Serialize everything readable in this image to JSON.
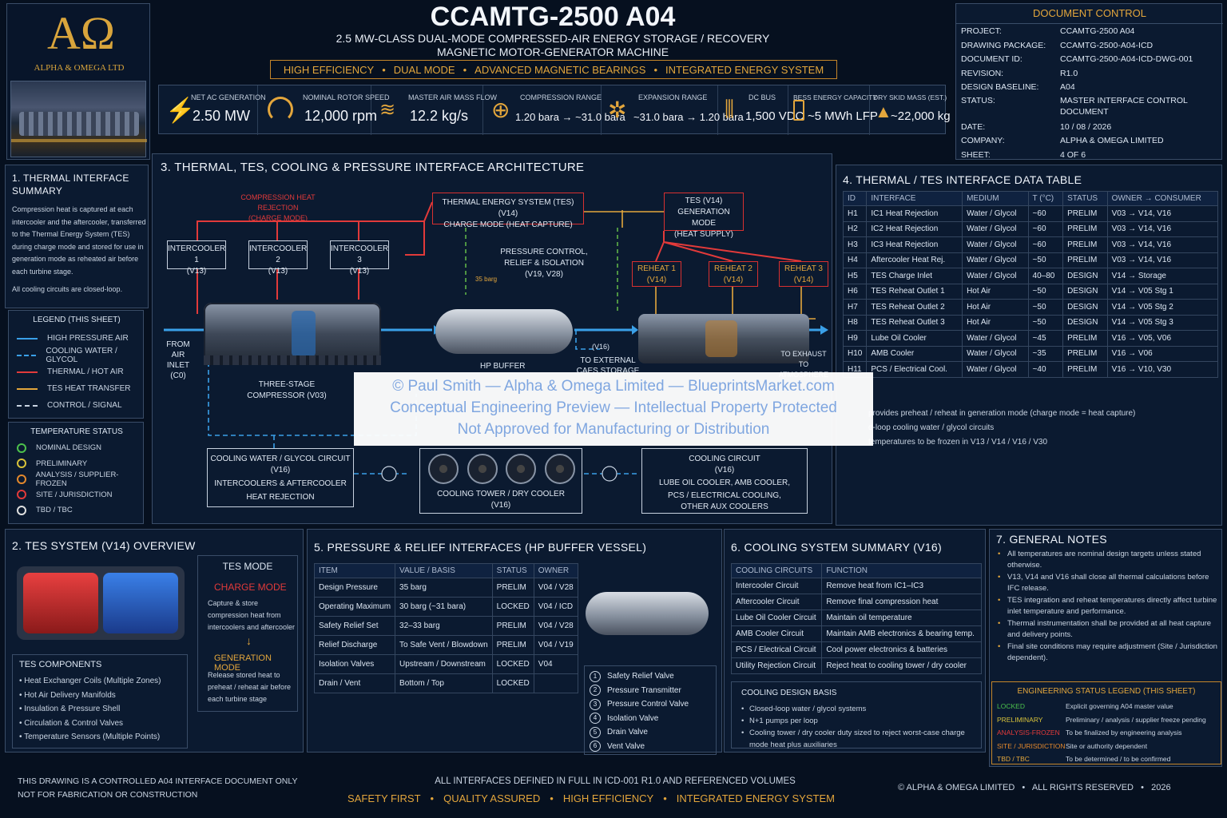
{
  "header": {
    "title": "CCAMTG-2500 A04",
    "subtitle1": "2.5 MW-CLASS DUAL-MODE COMPRESSED-AIR ENERGY STORAGE / RECOVERY",
    "subtitle2": "MAGNETIC MOTOR-GENERATOR MACHINE",
    "tags": [
      "HIGH EFFICIENCY",
      "DUAL MODE",
      "ADVANCED MAGNETIC BEARINGS",
      "INTEGRATED ENERGY SYSTEM"
    ]
  },
  "logo": {
    "company": "ALPHA & OMEGA LTD"
  },
  "kpis": [
    {
      "label": "NET AC GENERATION",
      "value": "2.50 MW"
    },
    {
      "label": "NOMINAL ROTOR SPEED",
      "value": "12,000 rpm"
    },
    {
      "label": "MASTER AIR MASS FLOW",
      "value": "12.2 kg/s"
    },
    {
      "label": "COMPRESSION RANGE",
      "value": "1.20 bara → ~31.0 bara"
    },
    {
      "label": "EXPANSION RANGE",
      "value": "~31.0 bara → 1.20 bara"
    },
    {
      "label": "DC BUS",
      "value": "1,500 VDC"
    },
    {
      "label": "BESS ENERGY CAPACITY",
      "value": "~5 MWh LFP"
    },
    {
      "label": "DRY SKID MASS (EST.)",
      "value": "~22,000 kg"
    }
  ],
  "doc": {
    "title": "DOCUMENT CONTROL",
    "rows": [
      [
        "PROJECT:",
        "CCAMTG-2500 A04"
      ],
      [
        "DRAWING PACKAGE:",
        "CCAMTG-2500-A04-ICD"
      ],
      [
        "DOCUMENT ID:",
        "CCAMTG-2500-A04-ICD-DWG-001"
      ],
      [
        "REVISION:",
        "R1.0"
      ],
      [
        "DESIGN BASELINE:",
        "A04"
      ],
      [
        "STATUS:",
        "MASTER INTERFACE CONTROL DOCUMENT"
      ],
      [
        "DATE:",
        "10 / 08 / 2026"
      ],
      [
        "COMPANY:",
        "ALPHA & OMEGA LIMITED"
      ],
      [
        "SHEET:",
        "4 OF 6"
      ]
    ]
  },
  "s1": {
    "title": "1.  THERMAL INTERFACE SUMMARY",
    "body": "Compression heat is captured at each intercooler and the aftercooler, transferred to the Thermal Energy System (TES) during charge mode and stored for use in generation mode as reheated air before each turbine stage.",
    "note": "All cooling circuits are closed-loop."
  },
  "legend": {
    "title": "LEGEND (THIS SHEET)",
    "items": [
      {
        "label": "HIGH PRESSURE AIR",
        "color": "#3aa0e8",
        "dash": false
      },
      {
        "label": "COOLING WATER / GLYCOL",
        "color": "#3aa0e8",
        "dash": true
      },
      {
        "label": "THERMAL / HOT AIR",
        "color": "#e23a3a",
        "dash": false
      },
      {
        "label": "TES HEAT TRANSFER",
        "color": "#e3a63c",
        "dash": false
      },
      {
        "label": "CONTROL / SIGNAL",
        "color": "#c9d4e2",
        "dash": true
      }
    ]
  },
  "tstatus": {
    "title": "TEMPERATURE STATUS",
    "items": [
      {
        "label": "NOMINAL DESIGN",
        "color": "#4cc14c"
      },
      {
        "label": "PRELIMINARY",
        "color": "#d8c23a"
      },
      {
        "label": "ANALYSIS / SUPPLIER-FROZEN",
        "color": "#e3882c"
      },
      {
        "label": "SITE / JURISDICTION",
        "color": "#e23a3a"
      },
      {
        "label": "TBD / TBC",
        "color": "#e0e0e0"
      }
    ]
  },
  "s3": {
    "title": "3.  THERMAL, TES, COOLING & PRESSURE INTERFACE ARCHITECTURE",
    "comp_heat": "COMPRESSION HEAT REJECTION",
    "charge_mode": "(CHARGE MODE)",
    "tes_charge": "THERMAL ENERGY SYSTEM (TES) (V14)",
    "tes_charge2": "CHARGE MODE (HEAT CAPTURE)",
    "tes_gen1": "TES (V14)",
    "tes_gen2": "GENERATION MODE",
    "tes_gen3": "(HEAT SUPPLY)",
    "ic": [
      [
        "INTERCOOLER 1",
        "(V13)"
      ],
      [
        "INTERCOOLER 2",
        "(V13)"
      ],
      [
        "INTERCOOLER 3",
        "(V13)"
      ]
    ],
    "rh": [
      [
        "REHEAT 1",
        "(V14)"
      ],
      [
        "REHEAT 2",
        "(V14)"
      ],
      [
        "REHEAT 3",
        "(V14)"
      ]
    ],
    "pc1": "PRESSURE CONTROL,",
    "pc2": "RELIEF & ISOLATION",
    "pc3": "(V19, V28)",
    "gauge": "35 barg",
    "air1": "FROM AIR",
    "air2": "INLET",
    "air3": "(C0)",
    "comp1": "THREE-STAGE",
    "comp2": "COMPRESSOR (V03)",
    "hp": "HP BUFFER",
    "v16": "(V16)",
    "ext1": "TO EXTERNAL",
    "ext2": "CAES STORAGE",
    "exh1": "TO EXHAUST",
    "exh2": "TO ATMOSPHERE",
    "cw1": "COOLING WATER / GLYCOL CIRCUIT",
    "cw2": "(V16)",
    "cw3": "INTERCOOLERS & AFTERCOOLER",
    "cw4": "HEAT REJECTION",
    "ct1": "COOLING TOWER / DRY COOLER",
    "ct2": "(V16)",
    "cc1": "COOLING CIRCUIT",
    "cc2": "(V16)",
    "cc3": "LUBE OIL COOLER, AMB COOLER,",
    "cc4": "PCS / ELECTRICAL COOLING,",
    "cc5": "OTHER AUX COOLERS"
  },
  "s4": {
    "title": "4.  THERMAL / TES INTERFACE DATA TABLE",
    "headers": [
      "ID",
      "INTERFACE",
      "MEDIUM",
      "T (°C)",
      "STATUS",
      "OWNER → CONSUMER"
    ],
    "rows": [
      [
        "H1",
        "IC1 Heat Rejection",
        "Water / Glycol",
        "~60",
        "PRELIM",
        "V03 → V14, V16"
      ],
      [
        "H2",
        "IC2 Heat Rejection",
        "Water / Glycol",
        "~60",
        "PRELIM",
        "V03 → V14, V16"
      ],
      [
        "H3",
        "IC3 Heat Rejection",
        "Water / Glycol",
        "~60",
        "PRELIM",
        "V03 → V14, V16"
      ],
      [
        "H4",
        "Aftercooler Heat Rej.",
        "Water / Glycol",
        "~50",
        "PRELIM",
        "V03 → V14, V16"
      ],
      [
        "H5",
        "TES Charge Inlet",
        "Water / Glycol",
        "40–80",
        "DESIGN",
        "V14 → Storage"
      ],
      [
        "H6",
        "TES Reheat Outlet 1",
        "Hot Air",
        "~50",
        "DESIGN",
        "V14 → V05 Stg 1"
      ],
      [
        "H7",
        "TES Reheat Outlet 2",
        "Hot Air",
        "~50",
        "DESIGN",
        "V14 → V05 Stg 2"
      ],
      [
        "H8",
        "TES Reheat Outlet 3",
        "Hot Air",
        "~50",
        "DESIGN",
        "V14 → V05 Stg 3"
      ],
      [
        "H9",
        "Lube Oil Cooler",
        "Water / Glycol",
        "~45",
        "PRELIM",
        "V16 → V05, V06"
      ],
      [
        "H10",
        "AMB Cooler",
        "Water / Glycol",
        "~35",
        "PRELIM",
        "V16 → V06"
      ],
      [
        "H11",
        "PCS / Electrical Cool.",
        "Water / Glycol",
        "~40",
        "PRELIM",
        "V16 → V10, V30"
      ]
    ],
    "notes": [
      "provides preheat / reheat in generation mode (charge mode = heat capture)",
      "d-loop cooling water / glycol circuits",
      "temperatures to be frozen in V13 / V14 / V16 / V30"
    ]
  },
  "watermark": [
    "© Paul Smith — Alpha & Omega Limited — BlueprintsMarket.com",
    "Conceptual Engineering Preview — Intellectual Property Protected",
    "Not Approved for Manufacturing or Distribution"
  ],
  "s2": {
    "title": "2.  TES SYSTEM (V14) OVERVIEW",
    "mode_title": "TES MODE",
    "charge": "CHARGE MODE",
    "charge_txt": "Capture & store compression heat from intercoolers and aftercooler",
    "gen": "GENERATION MODE",
    "gen_txt": "Release stored heat to preheat / reheat air before each turbine stage",
    "comp_title": "TES COMPONENTS",
    "comps": [
      "Heat Exchanger Coils (Multiple Zones)",
      "Hot Air Delivery Manifolds",
      "Insulation & Pressure Shell",
      "Circulation & Control Valves",
      "Temperature Sensors (Multiple Points)"
    ]
  },
  "s5": {
    "title": "5.  PRESSURE & RELIEF INTERFACES (HP BUFFER VESSEL)",
    "headers": [
      "ITEM",
      "VALUE / BASIS",
      "STATUS",
      "OWNER"
    ],
    "rows": [
      [
        "Design Pressure",
        "35 barg",
        "PRELIM",
        "V04 / V28"
      ],
      [
        "Operating Maximum",
        "30 barg (~31 bara)",
        "LOCKED",
        "V04 / ICD"
      ],
      [
        "Safety Relief Set",
        "32–33 barg",
        "PRELIM",
        "V04 / V28"
      ],
      [
        "Relief Discharge",
        "To Safe Vent / Blowdown",
        "PRELIM",
        "V04 / V19"
      ],
      [
        "Isolation Valves",
        "Upstream / Downstream",
        "LOCKED",
        "V04"
      ],
      [
        "Drain / Vent",
        "Bottom / Top",
        "LOCKED",
        ""
      ]
    ],
    "valves": [
      "Safety Relief Valve",
      "Pressure Transmitter",
      "Pressure Control Valve",
      "Isolation Valve",
      "Drain Valve",
      "Vent Valve"
    ],
    "nums": [
      "1",
      "2",
      "3",
      "4",
      "5",
      "6"
    ]
  },
  "s6": {
    "title": "6.  COOLING SYSTEM SUMMARY (V16)",
    "headers": [
      "COOLING CIRCUITS",
      "FUNCTION"
    ],
    "rows": [
      [
        "Intercooler Circuit",
        "Remove heat from IC1–IC3"
      ],
      [
        "Aftercooler Circuit",
        "Remove final compression heat"
      ],
      [
        "Lube Oil Cooler Circuit",
        "Maintain oil temperature"
      ],
      [
        "AMB Cooler Circuit",
        "Maintain AMB electronics & bearing temp."
      ],
      [
        "PCS / Electrical Circuit",
        "Cool power electronics & batteries"
      ],
      [
        "Utility Rejection Circuit",
        "Reject heat to cooling tower / dry cooler"
      ]
    ],
    "basis_title": "COOLING DESIGN BASIS",
    "basis": [
      "Closed-loop water / glycol systems",
      "N+1 pumps per loop",
      "Cooling tower / dry cooler duty sized to reject worst-case charge mode heat plus auxiliaries"
    ]
  },
  "s7": {
    "title": "7.  GENERAL NOTES",
    "notes": [
      "All temperatures are nominal design targets unless stated otherwise.",
      "V13, V14 and V16 shall close all thermal calculations before IFC release.",
      "TES integration and reheat temperatures directly affect turbine inlet temperature and performance.",
      "Thermal instrumentation shall be provided at all heat capture and delivery points.",
      "Final site conditions may require adjustment (Site / Jurisdiction dependent)."
    ],
    "leg_title": "ENGINEERING STATUS LEGEND (THIS SHEET)",
    "leg": [
      {
        "k": "LOCKED",
        "v": "Explicit governing A04 master value",
        "c": "#4cc14c"
      },
      {
        "k": "PRELIMINARY",
        "v": "Preliminary / analysis / supplier freeze pending",
        "c": "#d8c23a"
      },
      {
        "k": "ANALYSIS-FROZEN",
        "v": "To be finalized by engineering analysis",
        "c": "#e23a3a"
      },
      {
        "k": "SITE / JURISDICTION",
        "v": "Site or authority dependent",
        "c": "#e3882c"
      },
      {
        "k": "TBD / TBC",
        "v": "To be determined / to be confirmed",
        "c": "#e3a63c"
      }
    ]
  },
  "footer": {
    "left1": "THIS DRAWING IS A CONTROLLED A04 INTERFACE DOCUMENT ONLY",
    "left2": "NOT FOR FABRICATION OR CONSTRUCTION",
    "center": "ALL INTERFACES DEFINED IN FULL IN ICD-001 R1.0 AND REFERENCED VOLUMES",
    "tags": [
      "SAFETY FIRST",
      "QUALITY ASSURED",
      "HIGH EFFICIENCY",
      "INTEGRATED ENERGY SYSTEM"
    ],
    "right": "© ALPHA & OMEGA LIMITED   •   ALL RIGHTS RESERVED   •   2026"
  }
}
